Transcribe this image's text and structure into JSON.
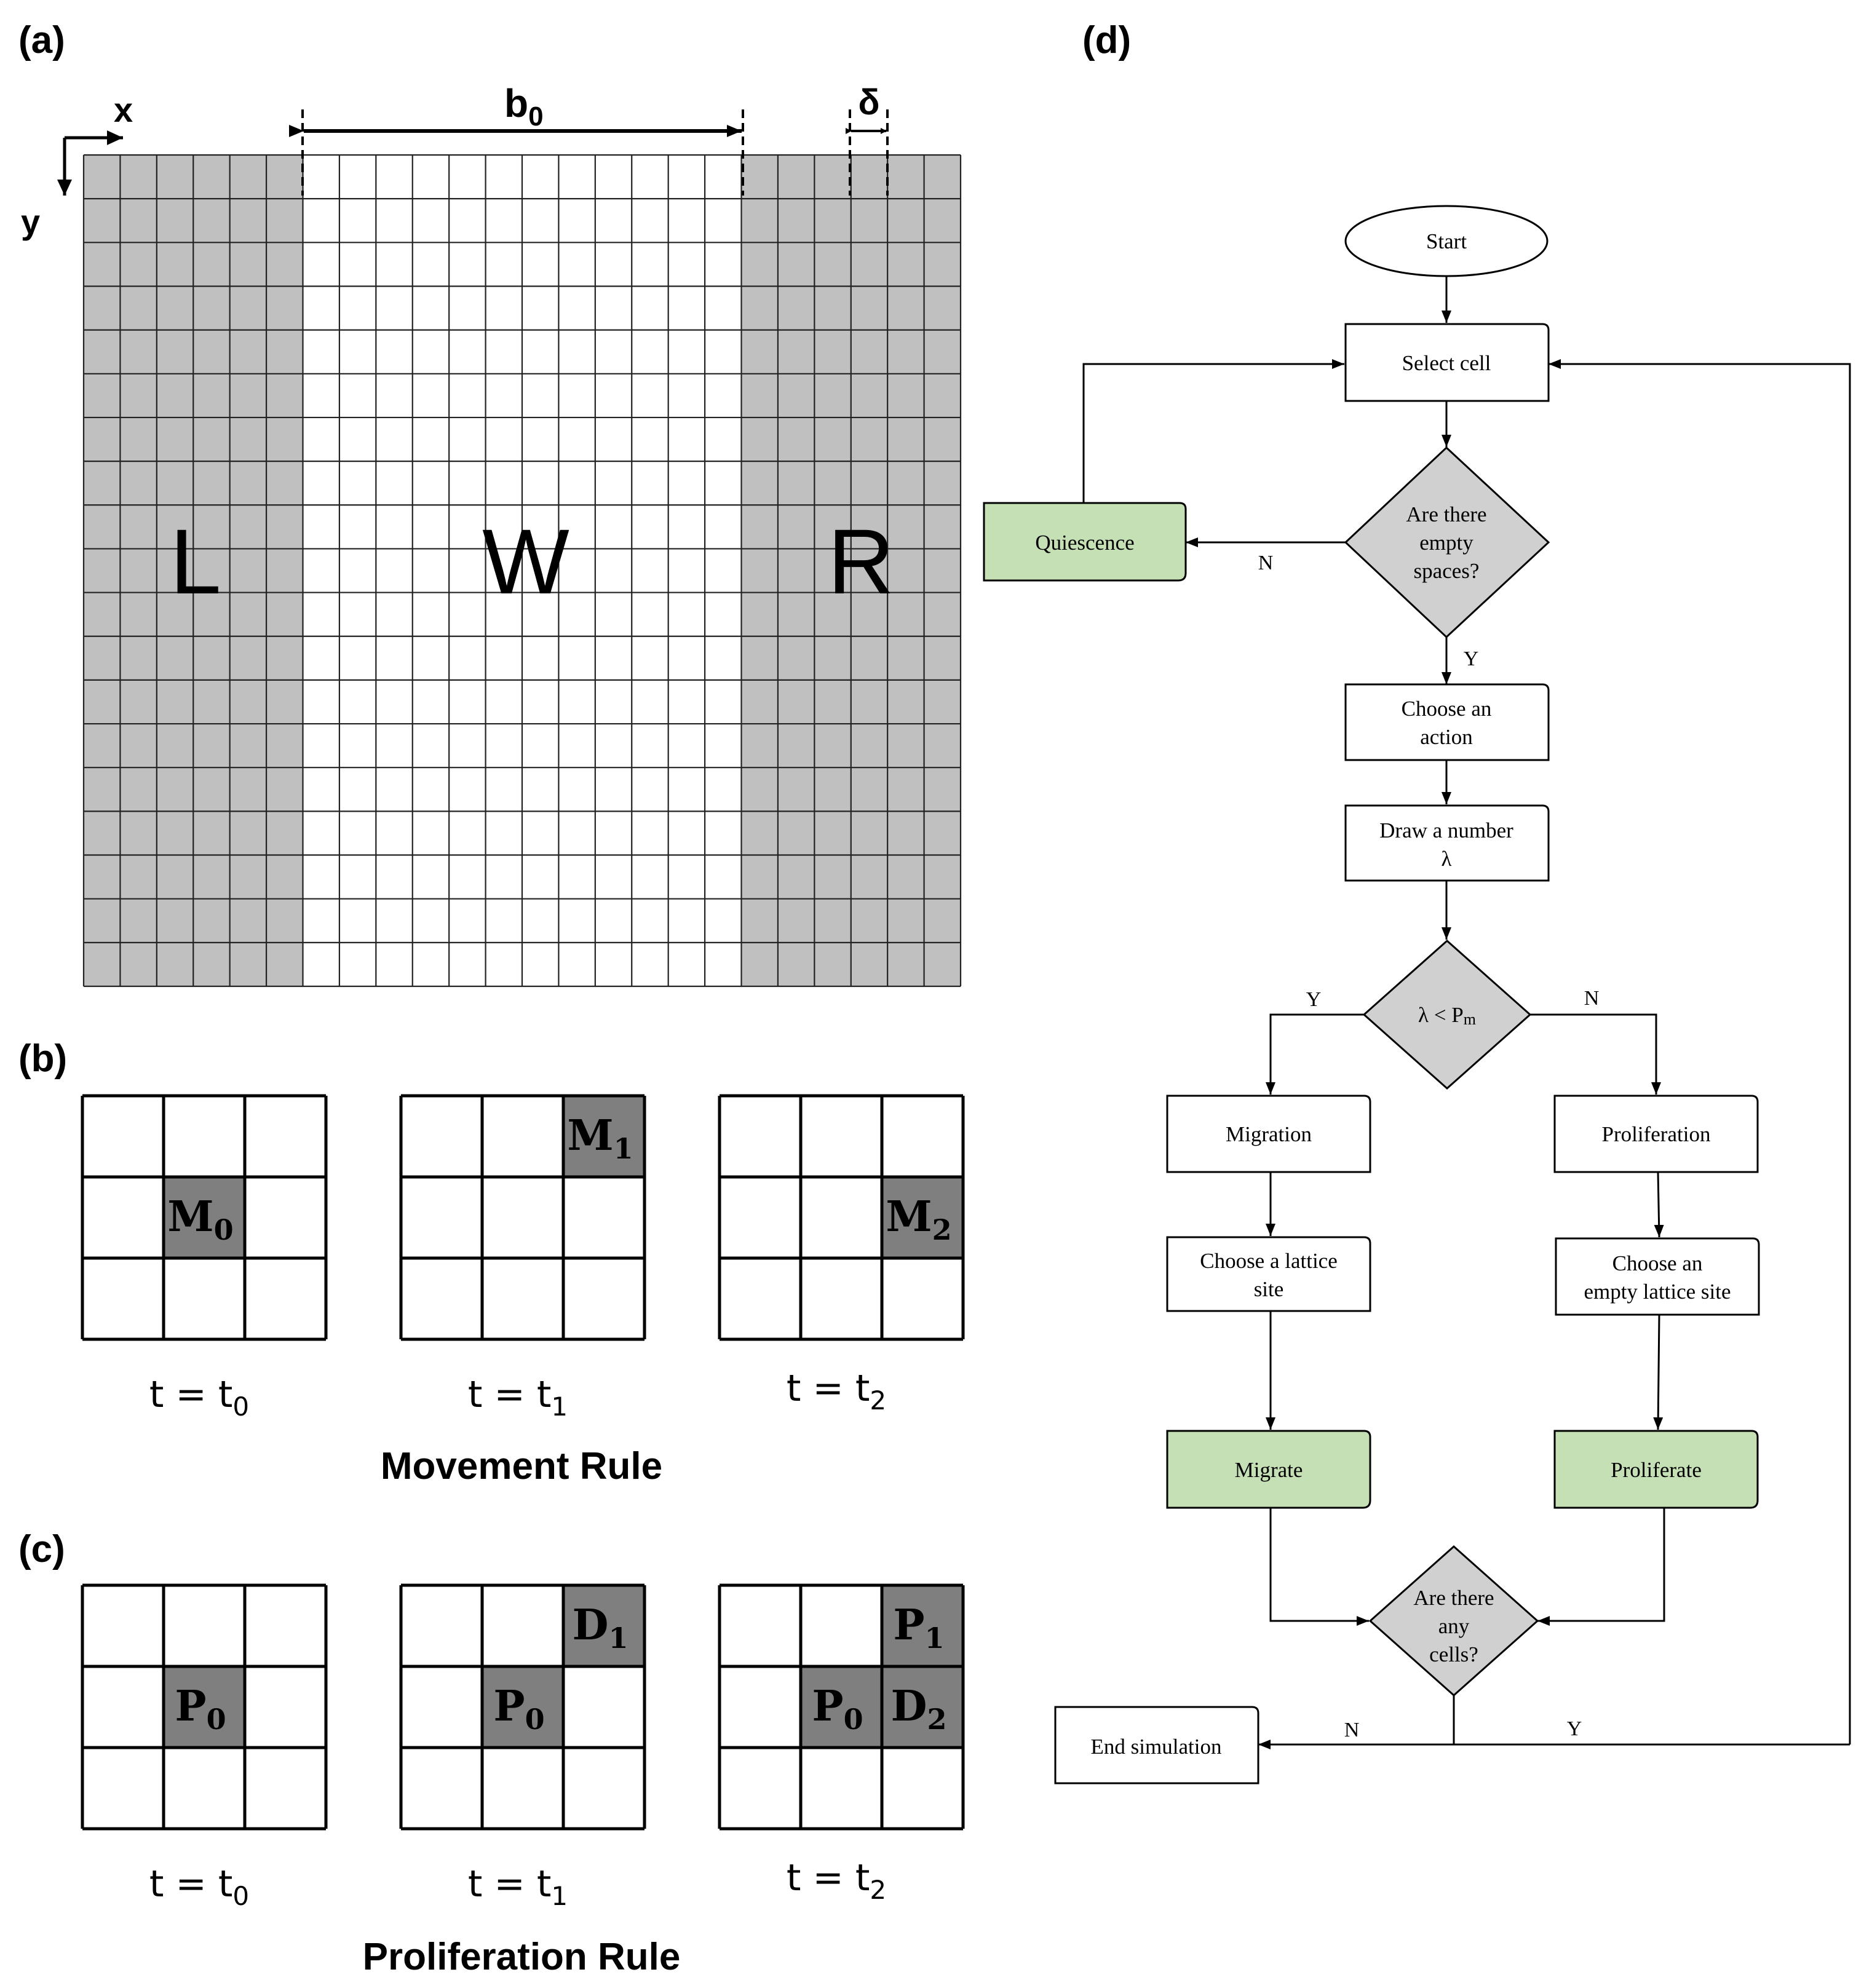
{
  "panels": {
    "a": "(a)",
    "b": "(b)",
    "c": "(c)",
    "d": "(d)"
  },
  "lattice": {
    "x_axis": "x",
    "y_axis": "y",
    "b0": "b",
    "b0_sub": "0",
    "delta": "δ",
    "left_region": "L",
    "wound_region": "W",
    "right_region": "R",
    "columns": 24,
    "rows": 19,
    "left_filled_columns": 6,
    "right_filled_columns": 6,
    "fill_gray": "#c0c0c0",
    "empty_white": "#ffffff"
  },
  "movement_rule": {
    "title": "Movement Rule",
    "frames": [
      {
        "time": "t = t",
        "time_sub": "0",
        "cells": [
          {
            "row": 1,
            "col": 1,
            "label": "M",
            "sub": "0"
          }
        ]
      },
      {
        "time": "t = t",
        "time_sub": "1",
        "cells": [
          {
            "row": 0,
            "col": 2,
            "label": "M",
            "sub": "1"
          }
        ]
      },
      {
        "time": "t = t",
        "time_sub": "2",
        "cells": [
          {
            "row": 1,
            "col": 2,
            "label": "M",
            "sub": "2"
          }
        ]
      }
    ]
  },
  "proliferation_rule": {
    "title": "Proliferation Rule",
    "frames": [
      {
        "time": "t = t",
        "time_sub": "0",
        "cells": [
          {
            "row": 1,
            "col": 1,
            "label": "P",
            "sub": "0"
          }
        ]
      },
      {
        "time": "t = t",
        "time_sub": "1",
        "cells": [
          {
            "row": 1,
            "col": 1,
            "label": "P",
            "sub": "0"
          },
          {
            "row": 0,
            "col": 2,
            "label": "D",
            "sub": "1"
          }
        ]
      },
      {
        "time": "t = t",
        "time_sub": "2",
        "cells": [
          {
            "row": 1,
            "col": 1,
            "label": "P",
            "sub": "0"
          },
          {
            "row": 0,
            "col": 2,
            "label": "P",
            "sub": "1"
          },
          {
            "row": 1,
            "col": 2,
            "label": "D",
            "sub": "2"
          }
        ]
      }
    ],
    "cell_gray": "#7f7f7f"
  },
  "flowchart": {
    "start": "Start",
    "select_cell": "Select cell",
    "empty_spaces": [
      "Are there",
      "empty",
      "spaces?"
    ],
    "quiescence": "Quiescence",
    "choose_action": [
      "Choose an",
      "action"
    ],
    "draw_number": [
      "Draw a number",
      "λ"
    ],
    "lambda_cond": "λ < P",
    "lambda_cond_sub": "m",
    "migration": "Migration",
    "proliferation": "Proliferation",
    "choose_lattice_site": [
      "Choose a lattice",
      "site"
    ],
    "choose_empty_site": [
      "Choose an",
      "empty lattice site"
    ],
    "migrate": "Migrate",
    "proliferate": "Proliferate",
    "any_cells": [
      "Are there",
      "any",
      "cells?"
    ],
    "end_simulation": "End simulation",
    "yes": "Y",
    "no": "N",
    "green": "#c5e0b4",
    "diamond_gray": "#d0d0d0"
  }
}
